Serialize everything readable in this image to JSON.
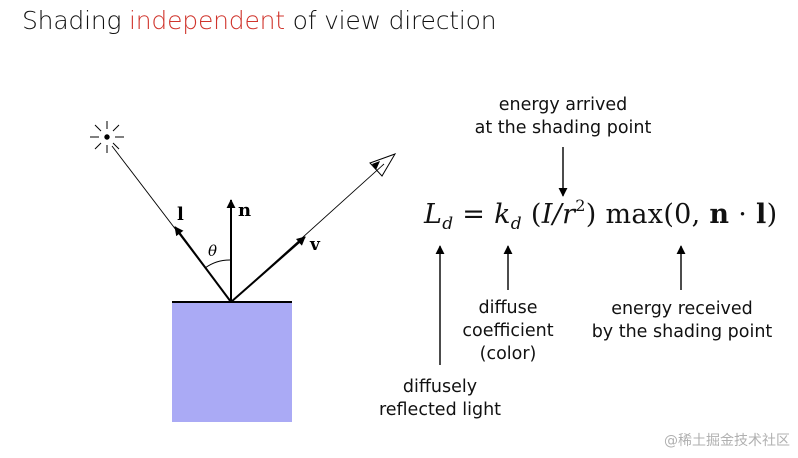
{
  "title": {
    "prefix": "Shading ",
    "highlight": "independent",
    "suffix": " of view direction",
    "highlight_color": "#d0342c"
  },
  "diagram": {
    "surface_color": "#aaaaf5",
    "vector_labels": {
      "light": "l",
      "normal": "n",
      "view": "v",
      "angle": "θ"
    },
    "icons": [
      "light-source-icon",
      "eye-icon"
    ]
  },
  "equation": {
    "L": "L",
    "L_sub": "d",
    "equals": " = ",
    "k": "k",
    "k_sub": "d",
    "I_open": " (",
    "I": "I",
    "over_r": "/r",
    "r_exp": "2",
    "I_close": ")",
    "max_text": " max(0, ",
    "n": "n",
    "dot": " · ",
    "l": "l",
    "close": ")"
  },
  "annotations": {
    "energy_arrived": [
      "energy arrived",
      "at the shading point"
    ],
    "diffuse_coefficient": [
      "diffuse",
      "coefficient",
      "(color)"
    ],
    "energy_received": [
      "energy received",
      "by the shading point"
    ],
    "diffusely_reflected": [
      "diffusely",
      "reflected light"
    ]
  },
  "watermark": "@稀土掘金技术社区"
}
